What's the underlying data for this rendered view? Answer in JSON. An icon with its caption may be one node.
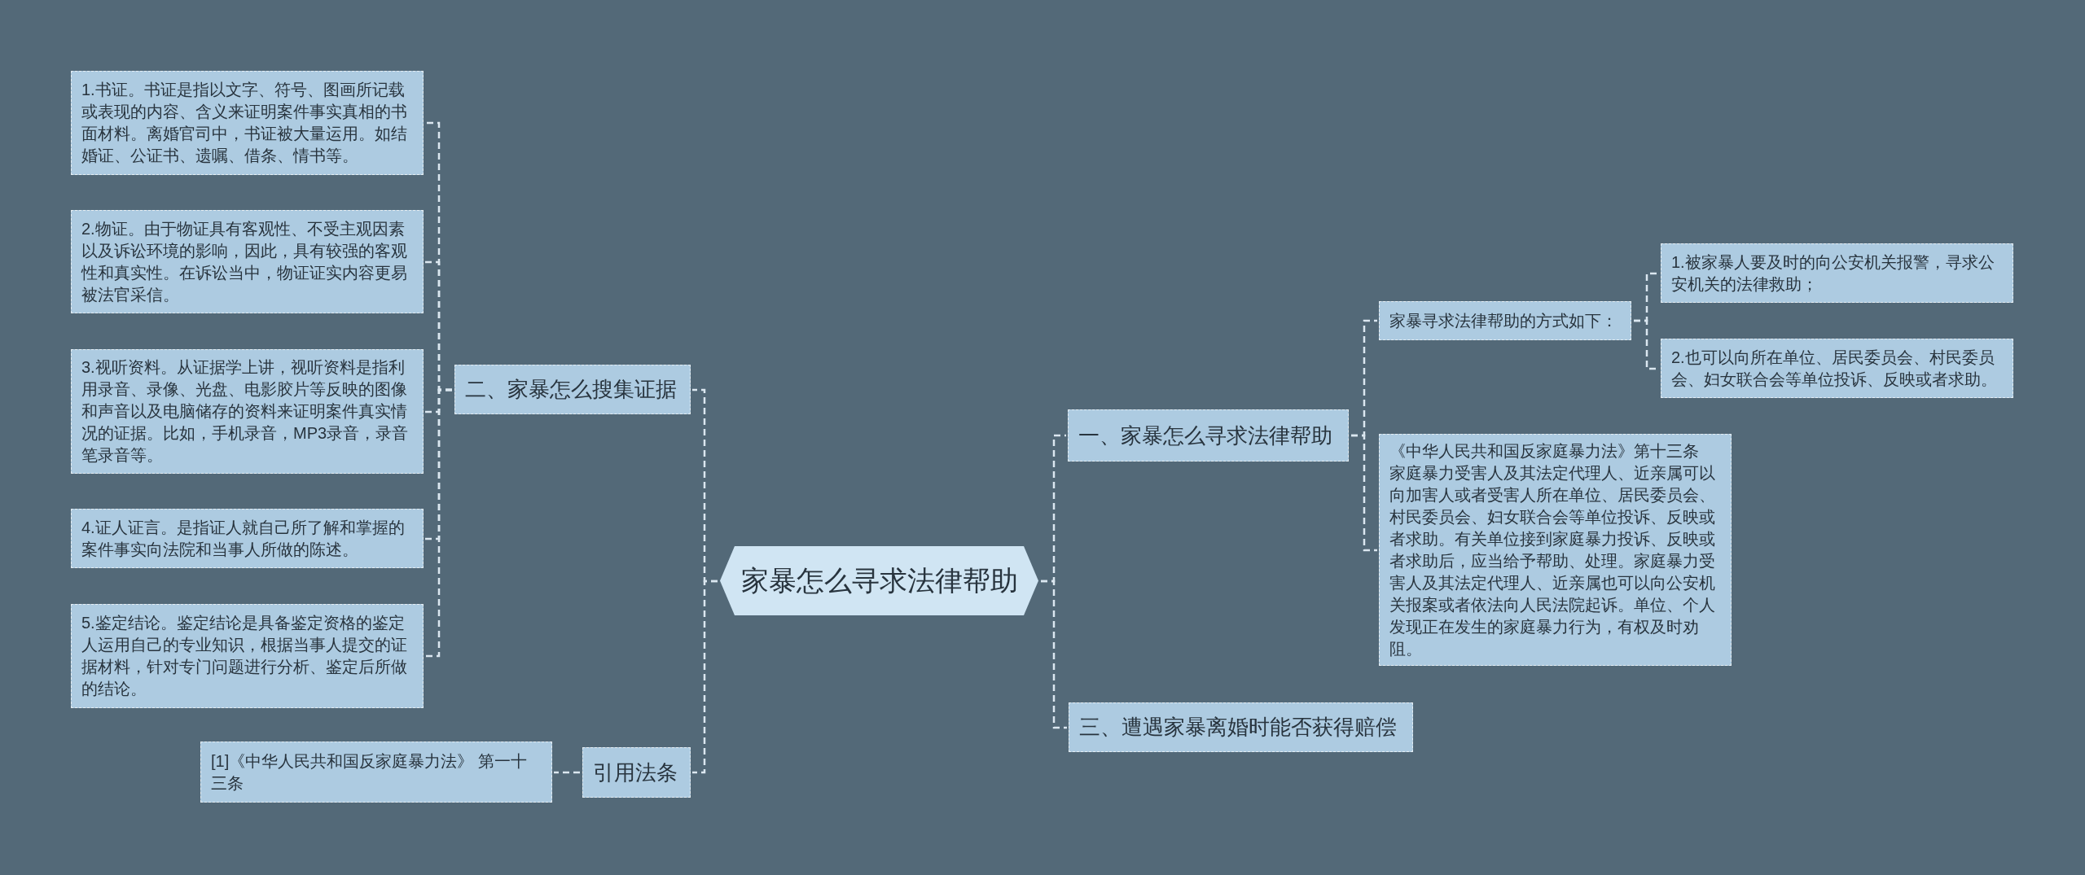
{
  "diagram": {
    "nodes": [
      {
        "text": [
          "家暴怎么寻求法律帮助"
        ]
      },
      {
        "text": [
          "二、家暴怎么搜集证据"
        ]
      },
      {
        "text": [
          "1.书证。书证是指以文字、符号、图画所记载或表现的内容、含义来证明案件事实真相的书面材料。离婚官司中，书证被大量运用。如结婚证、公证书、遗嘱、借条、情书等。"
        ]
      },
      {
        "text": [
          "2.物证。由于物证具有客观性、不受主观因素以及诉讼环境的影响，因此，具有较强的客观性和真实性。在诉讼当中，物证证实内容更易被法官采信。"
        ]
      },
      {
        "text": [
          "3.视听资料。从证据学上讲，视听资料是指利用录音、录像、光盘、电影胶片等反映的图像和声音以及电脑储存的资料来证明案件真实情况的证据。比如，手机录音，MP3录音，录音笔录音等。"
        ]
      },
      {
        "text": [
          "4.证人证言。是指证人就自己所了解和掌握的案件事实向法院和当事人所做的陈述。"
        ]
      },
      {
        "text": [
          "5.鉴定结论。鉴定结论是具备鉴定资格的鉴定人运用自己的专业知识，根据当事人提交的证据材料，针对专门问题进行分析、鉴定后所做的结论。"
        ]
      },
      {
        "text": [
          "引用法条"
        ]
      },
      {
        "text": [
          "[1]《中华人民共和国反家庭暴力法》 第一十三条"
        ]
      },
      {
        "text": [
          "一、家暴怎么寻求法律帮助"
        ]
      },
      {
        "text": [
          "家暴寻求法律帮助的方式如下："
        ]
      },
      {
        "text": [
          "1.被家暴人要及时的向公安机关报警，寻求公安机关的法律救助；"
        ]
      },
      {
        "text": [
          "2.也可以向所在单位、居民委员会、村民委员会、妇女联合会等单位投诉、反映或者求助。"
        ]
      },
      {
        "text": [
          "《中华人民共和国反家庭暴力法》第十三条",
          "家庭暴力受害人及其法定代理人、近亲属可以向加害人或者受害人所在单位、居民委员会、村民委员会、妇女联合会等单位投诉、反映或者求助。有关单位接到家庭暴力投诉、反映或者求助后，应当给予帮助、处理。家庭暴力受害人及其法定代理人、近亲属也可以向公安机关报案或者依法向人民法院起诉。单位、个人发现正在发生的家庭暴力行为，有权及时劝阻。"
        ]
      },
      {
        "text": [
          "三、遭遇家暴离婚时能否获得赔偿"
        ]
      }
    ],
    "edges": [
      {
        "from": 0,
        "to": 1,
        "arrow": "none"
      },
      {
        "from": 1,
        "to": 2,
        "arrow": "none"
      },
      {
        "from": 1,
        "to": 3,
        "arrow": "none"
      },
      {
        "from": 1,
        "to": 4,
        "arrow": "none"
      },
      {
        "from": 1,
        "to": 5,
        "arrow": "none"
      },
      {
        "from": 1,
        "to": 6,
        "arrow": "none"
      },
      {
        "from": 0,
        "to": 7,
        "arrow": "none"
      },
      {
        "from": 7,
        "to": 8,
        "arrow": "none"
      },
      {
        "from": 0,
        "to": 9,
        "arrow": "none"
      },
      {
        "from": 9,
        "to": 10,
        "arrow": "none"
      },
      {
        "from": 10,
        "to": 11,
        "arrow": "none"
      },
      {
        "from": 10,
        "to": 12,
        "arrow": "none"
      },
      {
        "from": 9,
        "to": 13,
        "arrow": "none"
      },
      {
        "from": 0,
        "to": 14,
        "arrow": "none"
      }
    ]
  }
}
